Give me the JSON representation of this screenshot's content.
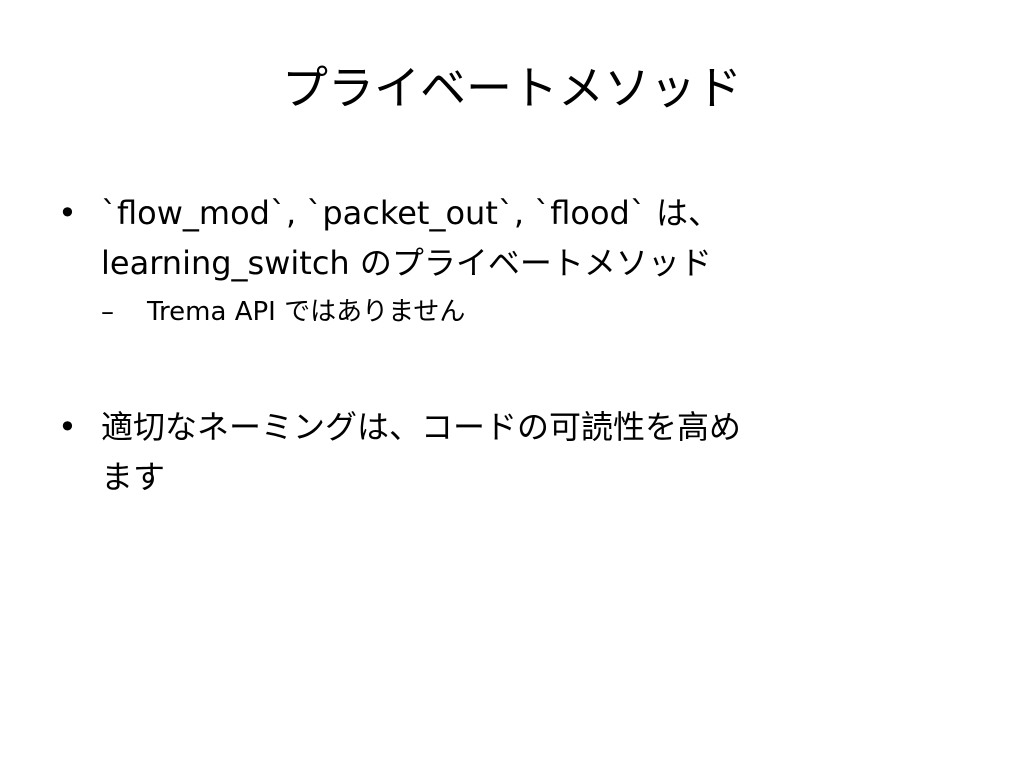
{
  "slide": {
    "title": "プライベートメソッド",
    "bullets": [
      {
        "marker": "•",
        "line1": "`flow_mod`, `packet_out`, `flood` は、",
        "line2": "learning_switch のプライベートメソッド",
        "sub": {
          "marker": "–",
          "text": "Trema API ではありません"
        }
      },
      {
        "marker": "•",
        "line1": "適切なネーミングは、コードの可読性を高め",
        "line2": "ます"
      }
    ]
  }
}
